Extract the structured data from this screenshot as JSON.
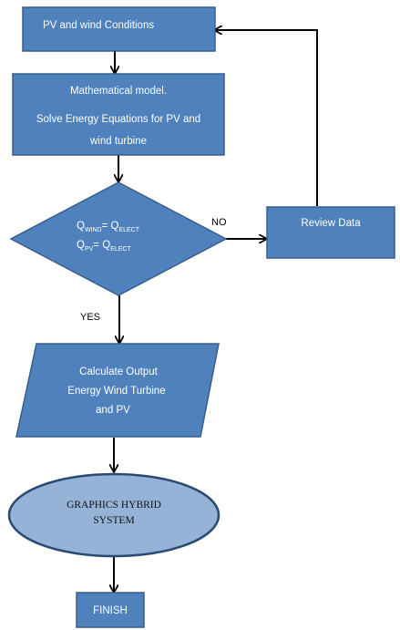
{
  "nodes": {
    "conditions": {
      "label": "PV and wind Conditions"
    },
    "model": {
      "line1": "Mathematical model.",
      "line2": "Solve Energy Equations for PV and",
      "line3": "wind turbine"
    },
    "decision": {
      "eq1_main": "Q",
      "eq1_sub": "WIND",
      "eq1_eq": "= Q",
      "eq1_sub2": "ELECT",
      "eq2_main": "Q",
      "eq2_sub": "PV",
      "eq2_eq": "= Q",
      "eq2_sub2": "ELECT"
    },
    "review": {
      "label": "Review Data"
    },
    "calculate": {
      "line1": "Calculate Output",
      "line2": "Energy Wind Turbine",
      "line3": "and PV"
    },
    "graphics": {
      "line1": "GRAPHICS HYBRID",
      "line2": "SYSTEM"
    },
    "finish": {
      "label": "FINISH"
    }
  },
  "edges": {
    "no_label": "NO",
    "yes_label": "YES"
  },
  "colors": {
    "shape_fill": "#4f81bd",
    "shape_stroke": "#385d8a",
    "ellipse_fill": "#95b3d7",
    "ellipse_stroke": "#2a4a73",
    "arrow": "#000000"
  }
}
